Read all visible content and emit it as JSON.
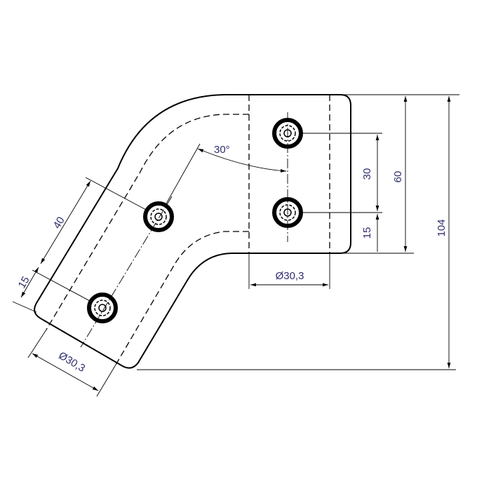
{
  "drawing": {
    "type": "bent bracket technical drawing",
    "dimensions": {
      "angle": "30°",
      "arm_hole_spacing": "40",
      "arm_edge_offset": "15",
      "arm_width": "Ø30,3",
      "plate_hole_spacing": "30",
      "plate_edge_offset": "15",
      "plate_height": "60",
      "overall_height": "104",
      "plate_width": "Ø30,3"
    },
    "colors": {
      "line": "#000000",
      "dimension_text": "#2e2e6e"
    }
  }
}
